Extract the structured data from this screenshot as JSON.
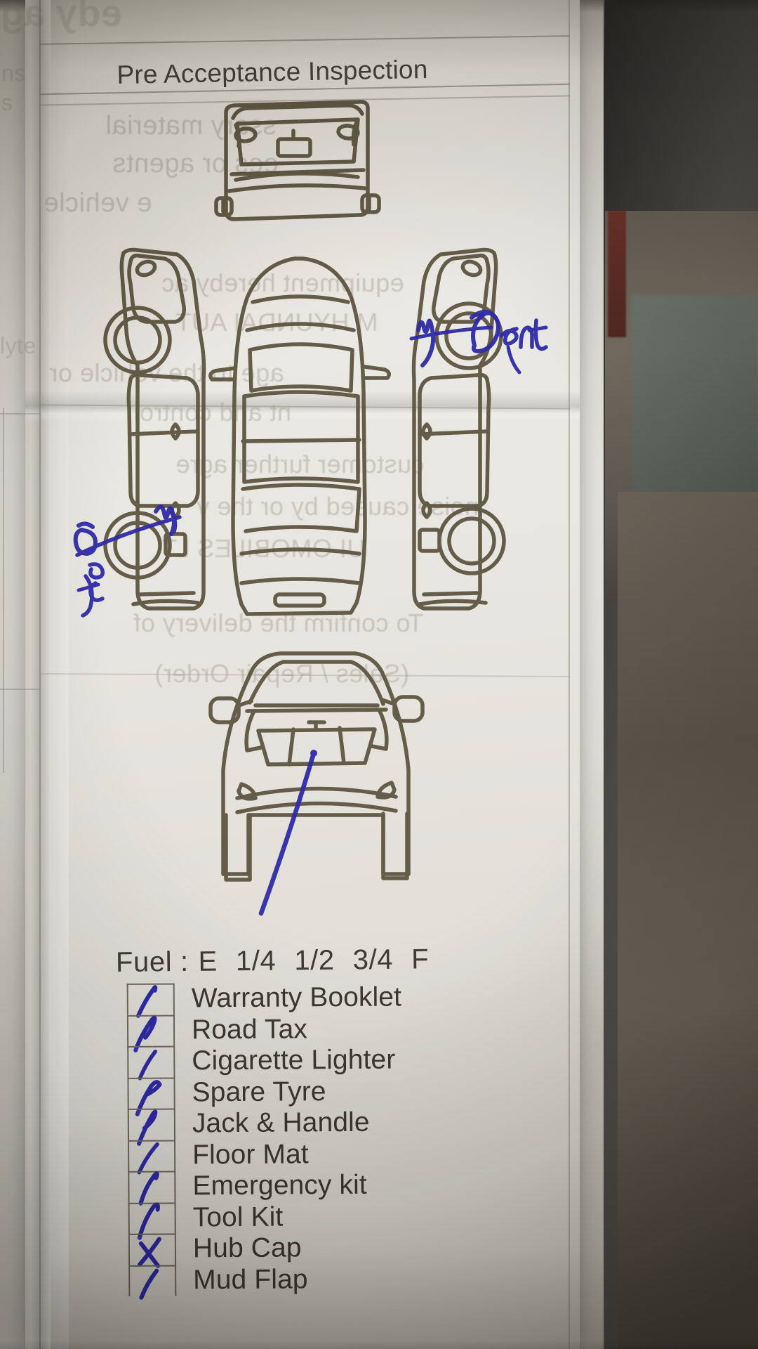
{
  "document": {
    "title": "Pre Acceptance Inspection",
    "type": "vehicle-delivery-inspection-form",
    "ink_color": "#2f2aa8",
    "print_color": "#4b463c",
    "paper_color": "#eae8e2"
  },
  "fuel": {
    "label": "Fuel :",
    "options": [
      "E",
      "1/4",
      "1/2",
      "3/4",
      "F"
    ],
    "selected": "1/4"
  },
  "checklist": {
    "items": [
      {
        "label": "Warranty Booklet",
        "mark": "tick",
        "marked": true
      },
      {
        "label": "Road Tax",
        "mark": "tick",
        "marked": true
      },
      {
        "label": "Cigarette Lighter",
        "mark": "tick",
        "marked": true
      },
      {
        "label": "Spare Tyre",
        "mark": "tick",
        "marked": true
      },
      {
        "label": "Jack & Handle",
        "mark": "tick",
        "marked": true
      },
      {
        "label": "Floor Mat",
        "mark": "tick",
        "marked": true
      },
      {
        "label": "Emergency kit",
        "mark": "tick",
        "marked": true
      },
      {
        "label": "Tool Kit",
        "mark": "tick",
        "marked": true
      },
      {
        "label": "Hub Cap",
        "mark": "cross",
        "marked": true
      },
      {
        "label": "Mud Flap",
        "mark": "tick",
        "marked": true,
        "cut_off": true
      }
    ]
  },
  "annotations": [
    {
      "id": "dent-right",
      "text": "Dent",
      "target": "right-rear-wheel-arch",
      "ink": "#2f2aa8"
    },
    {
      "id": "dent-left",
      "text": "Dent",
      "target": "left-front-wheel-arch",
      "ink": "#2f2aa8"
    }
  ],
  "diagram": {
    "name": "car-damage-diagram",
    "views": [
      "roof-top-rear",
      "left-side",
      "top-plan",
      "right-side",
      "front"
    ]
  },
  "bleed_text": {
    "top_left_partial": [
      "ns",
      "s"
    ],
    "left_mid": "lyte",
    "lines": [
      "edy ag",
      "ssary material",
      "ees or agents",
      "e vehicle",
      "equipment hereby ac",
      "M HYUNDAI AUT",
      "age to the vehicle or",
      "nt and control",
      "customer further agre",
      "noise caused by or the v",
      "UI OMOBILES LT",
      "To confirm the delivery of",
      "(Sales / Repair Order)"
    ]
  }
}
